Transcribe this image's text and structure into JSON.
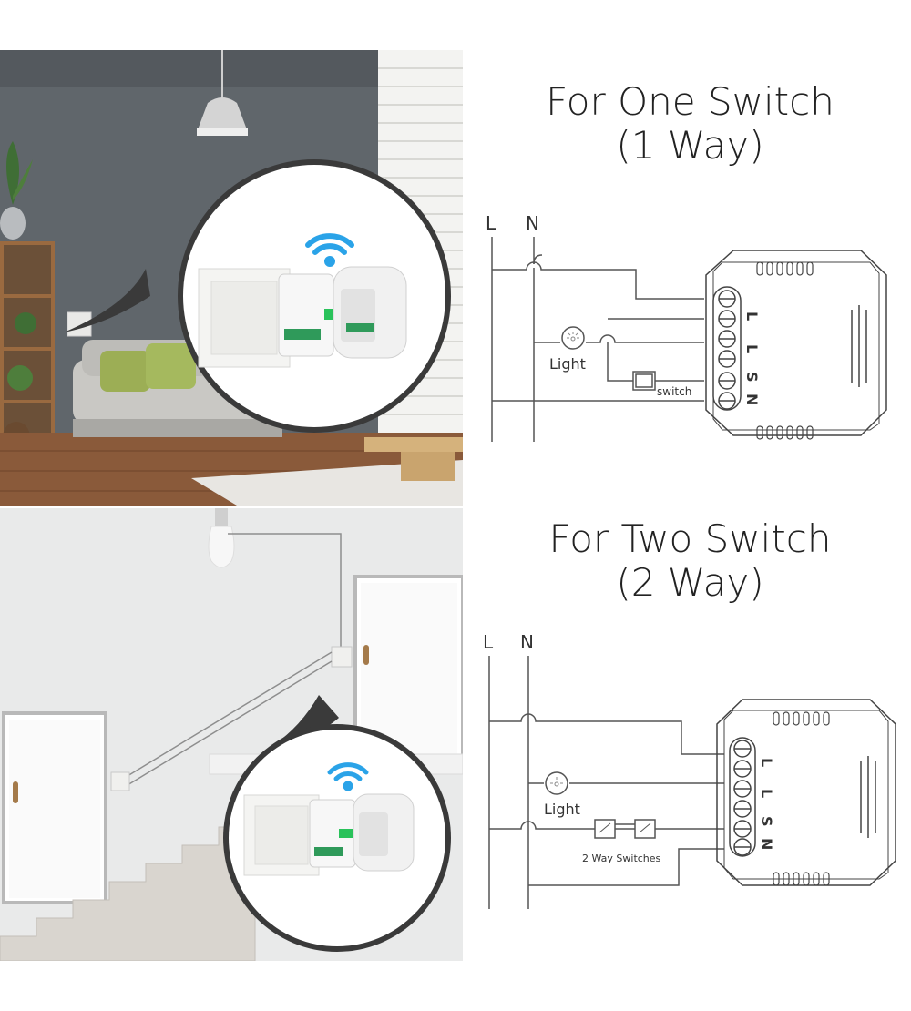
{
  "sections": [
    {
      "title_line1": "For One Switch",
      "title_line2": "(1 Way)",
      "line_label": "L",
      "neutral_label": "N",
      "light_label": "Light",
      "switch_label": "switch",
      "terminals": [
        "L",
        "L",
        "S",
        "N"
      ]
    },
    {
      "title_line1": "For Two Switch",
      "title_line2": "(2 Way)",
      "line_label": "L",
      "neutral_label": "N",
      "light_label": "Light",
      "switch_label": "2 Way Switches",
      "terminals": [
        "L",
        "L",
        "S",
        "N"
      ]
    }
  ],
  "colors": {
    "wall": "#5f6468",
    "floor": "#8a5a3a",
    "wifi": "#2aa3e8",
    "wire": "#555555",
    "stair_wall": "#e9eaea"
  },
  "icons": [
    "wifi-icon",
    "light-bulb-icon",
    "switch-icon"
  ]
}
